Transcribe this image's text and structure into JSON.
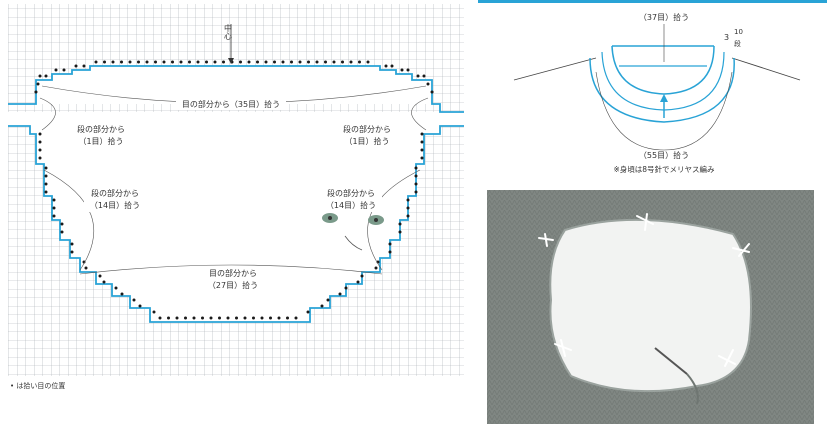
{
  "colors": {
    "grid": "#9aa0a6",
    "outline": "#29a3d6",
    "dots": "#1a1a1a",
    "bar": "#29a3d6",
    "knit": "#7f8682",
    "paper": "#f3f4f3"
  },
  "chart": {
    "center_label": "中心",
    "top_pickup": "目の部分から（35目）拾う",
    "left_upper_1": "段の部分から",
    "left_upper_2": "（1目）拾う",
    "right_upper_1": "段の部分から",
    "right_upper_2": "（1目）拾う",
    "left_lower_1": "段の部分から",
    "left_lower_2": "（14目）拾う",
    "right_lower_1": "段の部分から",
    "right_lower_2": "（14目）拾う",
    "bottom_pickup_1": "目の部分から",
    "bottom_pickup_2": "（27目）拾う",
    "legend_note": "• は拾い目の位置"
  },
  "neck_diagram": {
    "top_label": "（37目）拾う",
    "side_num": "3",
    "side_frac_top": "10",
    "side_frac_bottom": "段",
    "bottom_label": "（55目）拾う",
    "note": "※身頃は8号針でメリヤス編み"
  },
  "photo": {
    "description_icon": "knit-neckline-photo"
  }
}
